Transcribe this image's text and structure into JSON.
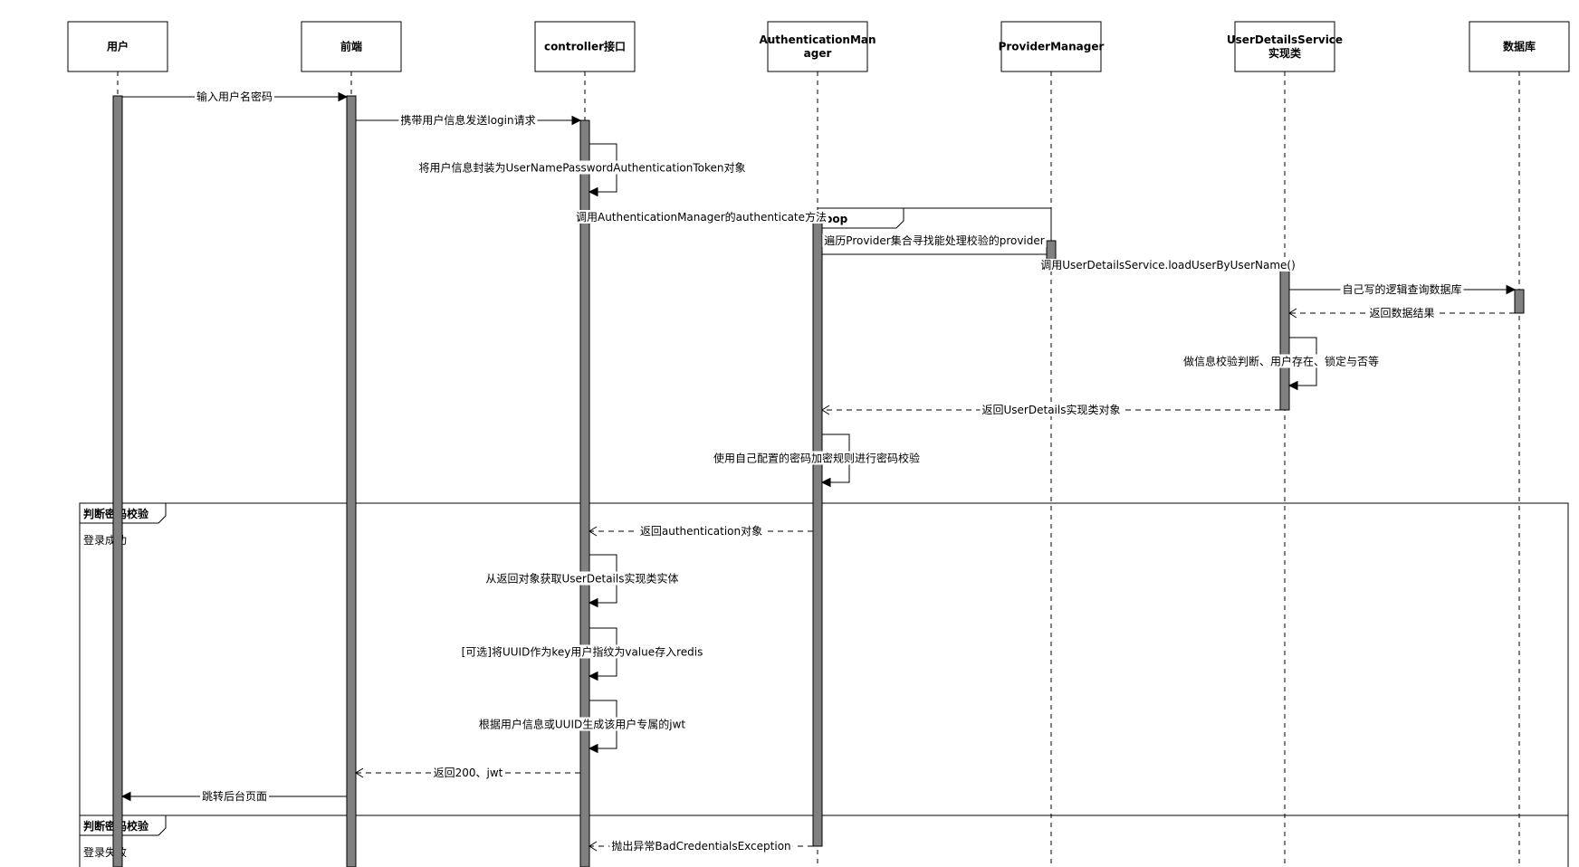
{
  "participants": [
    {
      "id": "user",
      "lines": [
        "用户"
      ]
    },
    {
      "id": "frontend",
      "lines": [
        "前端"
      ]
    },
    {
      "id": "controller",
      "lines": [
        "controller接口"
      ]
    },
    {
      "id": "authmanager",
      "lines": [
        "AuthenticationMan",
        "ager"
      ]
    },
    {
      "id": "providermanager",
      "lines": [
        "ProviderManager"
      ]
    },
    {
      "id": "userdetailsservice",
      "lines": [
        "UserDetailsService",
        "实现类"
      ]
    },
    {
      "id": "database",
      "lines": [
        "数据库"
      ]
    }
  ],
  "messages": [
    {
      "id": "m1",
      "label": "输入用户名密码",
      "from": "user",
      "to": "frontend",
      "kind": "sync"
    },
    {
      "id": "m2",
      "label": "携带用户信息发送login请求",
      "from": "frontend",
      "to": "controller",
      "kind": "sync"
    },
    {
      "id": "m3",
      "label": "将用户信息封装为UserNamePasswordAuthenticationToken对象",
      "from": "controller",
      "to": "controller",
      "kind": "self"
    },
    {
      "id": "m4",
      "label": "调用AuthenticationManager的authenticate方法",
      "from": "controller",
      "to": "authmanager",
      "kind": "sync"
    },
    {
      "id": "m5",
      "label": "遍历Provider集合寻找能处理校验的provider",
      "from": "authmanager",
      "to": "providermanager",
      "kind": "sync"
    },
    {
      "id": "m6",
      "label": "调用UserDetailsService.loadUserByUserName()",
      "from": "providermanager",
      "to": "userdetailsservice",
      "kind": "sync"
    },
    {
      "id": "m7",
      "label": "自己写的逻辑查询数据库",
      "from": "userdetailsservice",
      "to": "database",
      "kind": "sync"
    },
    {
      "id": "m8",
      "label": "返回数据结果",
      "from": "database",
      "to": "userdetailsservice",
      "kind": "reply"
    },
    {
      "id": "m9",
      "label": "做信息校验判断、用户存在、锁定与否等",
      "from": "userdetailsservice",
      "to": "userdetailsservice",
      "kind": "self"
    },
    {
      "id": "m10",
      "label": "返回UserDetails实现类对象",
      "from": "userdetailsservice",
      "to": "authmanager",
      "kind": "reply"
    },
    {
      "id": "m11",
      "label": "使用自己配置的密码加密规则进行密码校验",
      "from": "authmanager",
      "to": "authmanager",
      "kind": "self"
    },
    {
      "id": "m12",
      "label": "返回authentication对象",
      "from": "authmanager",
      "to": "controller",
      "kind": "reply"
    },
    {
      "id": "m13",
      "label": "从返回对象获取UserDetails实现类实体",
      "from": "controller",
      "to": "controller",
      "kind": "self"
    },
    {
      "id": "m14",
      "label": "[可选]将UUID作为key用户指纹为value存入redis",
      "from": "controller",
      "to": "controller",
      "kind": "self"
    },
    {
      "id": "m15",
      "label": "根据用户信息或UUID生成该用户专属的jwt",
      "from": "controller",
      "to": "controller",
      "kind": "self"
    },
    {
      "id": "m16",
      "label": "返回200、jwt",
      "from": "controller",
      "to": "frontend",
      "kind": "reply"
    },
    {
      "id": "m17",
      "label": "跳转后台页面",
      "from": "frontend",
      "to": "user",
      "kind": "sync"
    },
    {
      "id": "m18",
      "label": "抛出异常BadCredentialsException",
      "from": "authmanager",
      "to": "controller",
      "kind": "reply"
    }
  ],
  "fragments": [
    {
      "id": "f-loop",
      "operator": "loop",
      "guard": ""
    },
    {
      "id": "f-success",
      "operator": "判断密码校验",
      "guard": "登录成功"
    },
    {
      "id": "f-failure",
      "operator": "判断密码校验",
      "guard": "登录失败"
    }
  ],
  "colors": {
    "activation": "#808080",
    "line": "#000000",
    "background": "#ffffff"
  }
}
